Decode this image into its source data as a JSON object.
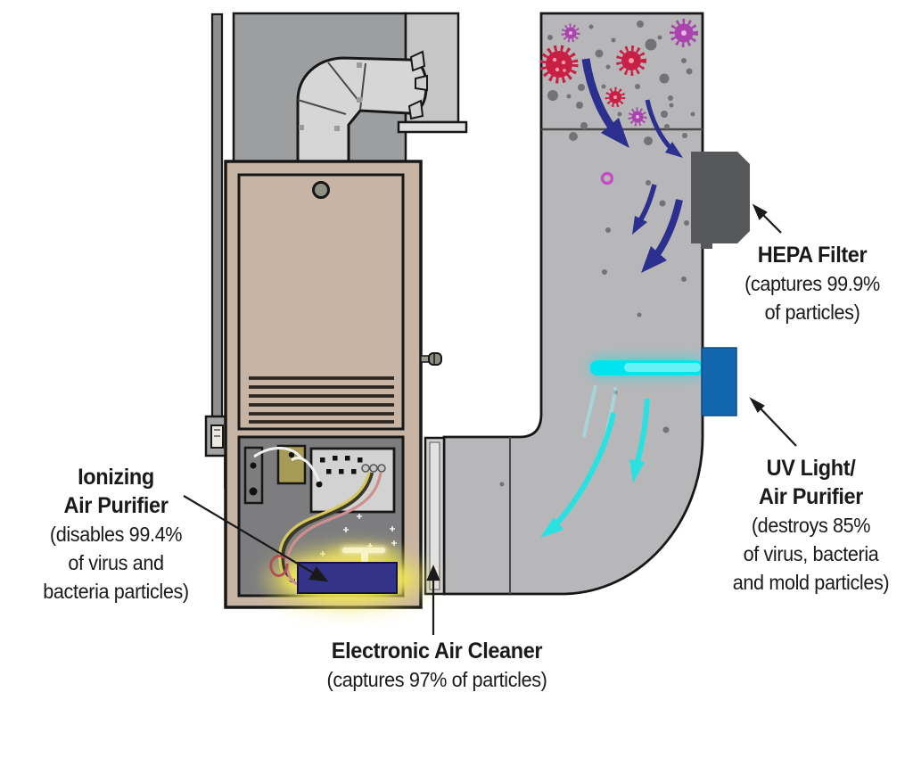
{
  "diagram": {
    "title_note": "",
    "labels": {
      "hepa": {
        "title": "HEPA Filter",
        "desc1": "(captures 99.9%",
        "desc2": "of particles)"
      },
      "uv": {
        "title1": "UV Light/",
        "title2": "Air Purifier",
        "desc1": "(destroys 85%",
        "desc2": "of virus, bacteria",
        "desc3": "and mold particles)"
      },
      "ionizing": {
        "title1": "Ionizing",
        "title2": "Air Purifier",
        "desc1": "(disables 99.4%",
        "desc2": "of virus and",
        "desc3": "bacteria particles)"
      },
      "electronic": {
        "title": "Electronic Air Cleaner",
        "desc": "(captures 97% of particles)"
      }
    },
    "colors": {
      "duct-gray": "#b7b7b9",
      "return-duct-gray": "#9d9ea0",
      "panel-gray": "#c6c6c7",
      "elbow-gray": "#d6d6d6",
      "flange-gray": "#e0e0e0",
      "furnace-tan": "#c7b4a4",
      "compartment-gray": "#7d7d7f",
      "board-gray": "#d2d2d2",
      "olive-box": "#a69a55",
      "hepa-gray": "#57585a",
      "uv-blue": "#1266ae",
      "beam-cyan": "#00e4f0",
      "arrow-navy": "#2b2f8e",
      "arrow-cyan": "#2ae1e1",
      "ionizer-navy": "#333389",
      "glow-yellow": "#f0e45c",
      "lamp-yellow": "#f8f3c4",
      "virus-red": "#c81f45",
      "virus-purple": "#a844ac",
      "dot-gray": "#737375",
      "outline-black": "#171717",
      "text-black": "#1a1a1a"
    }
  }
}
